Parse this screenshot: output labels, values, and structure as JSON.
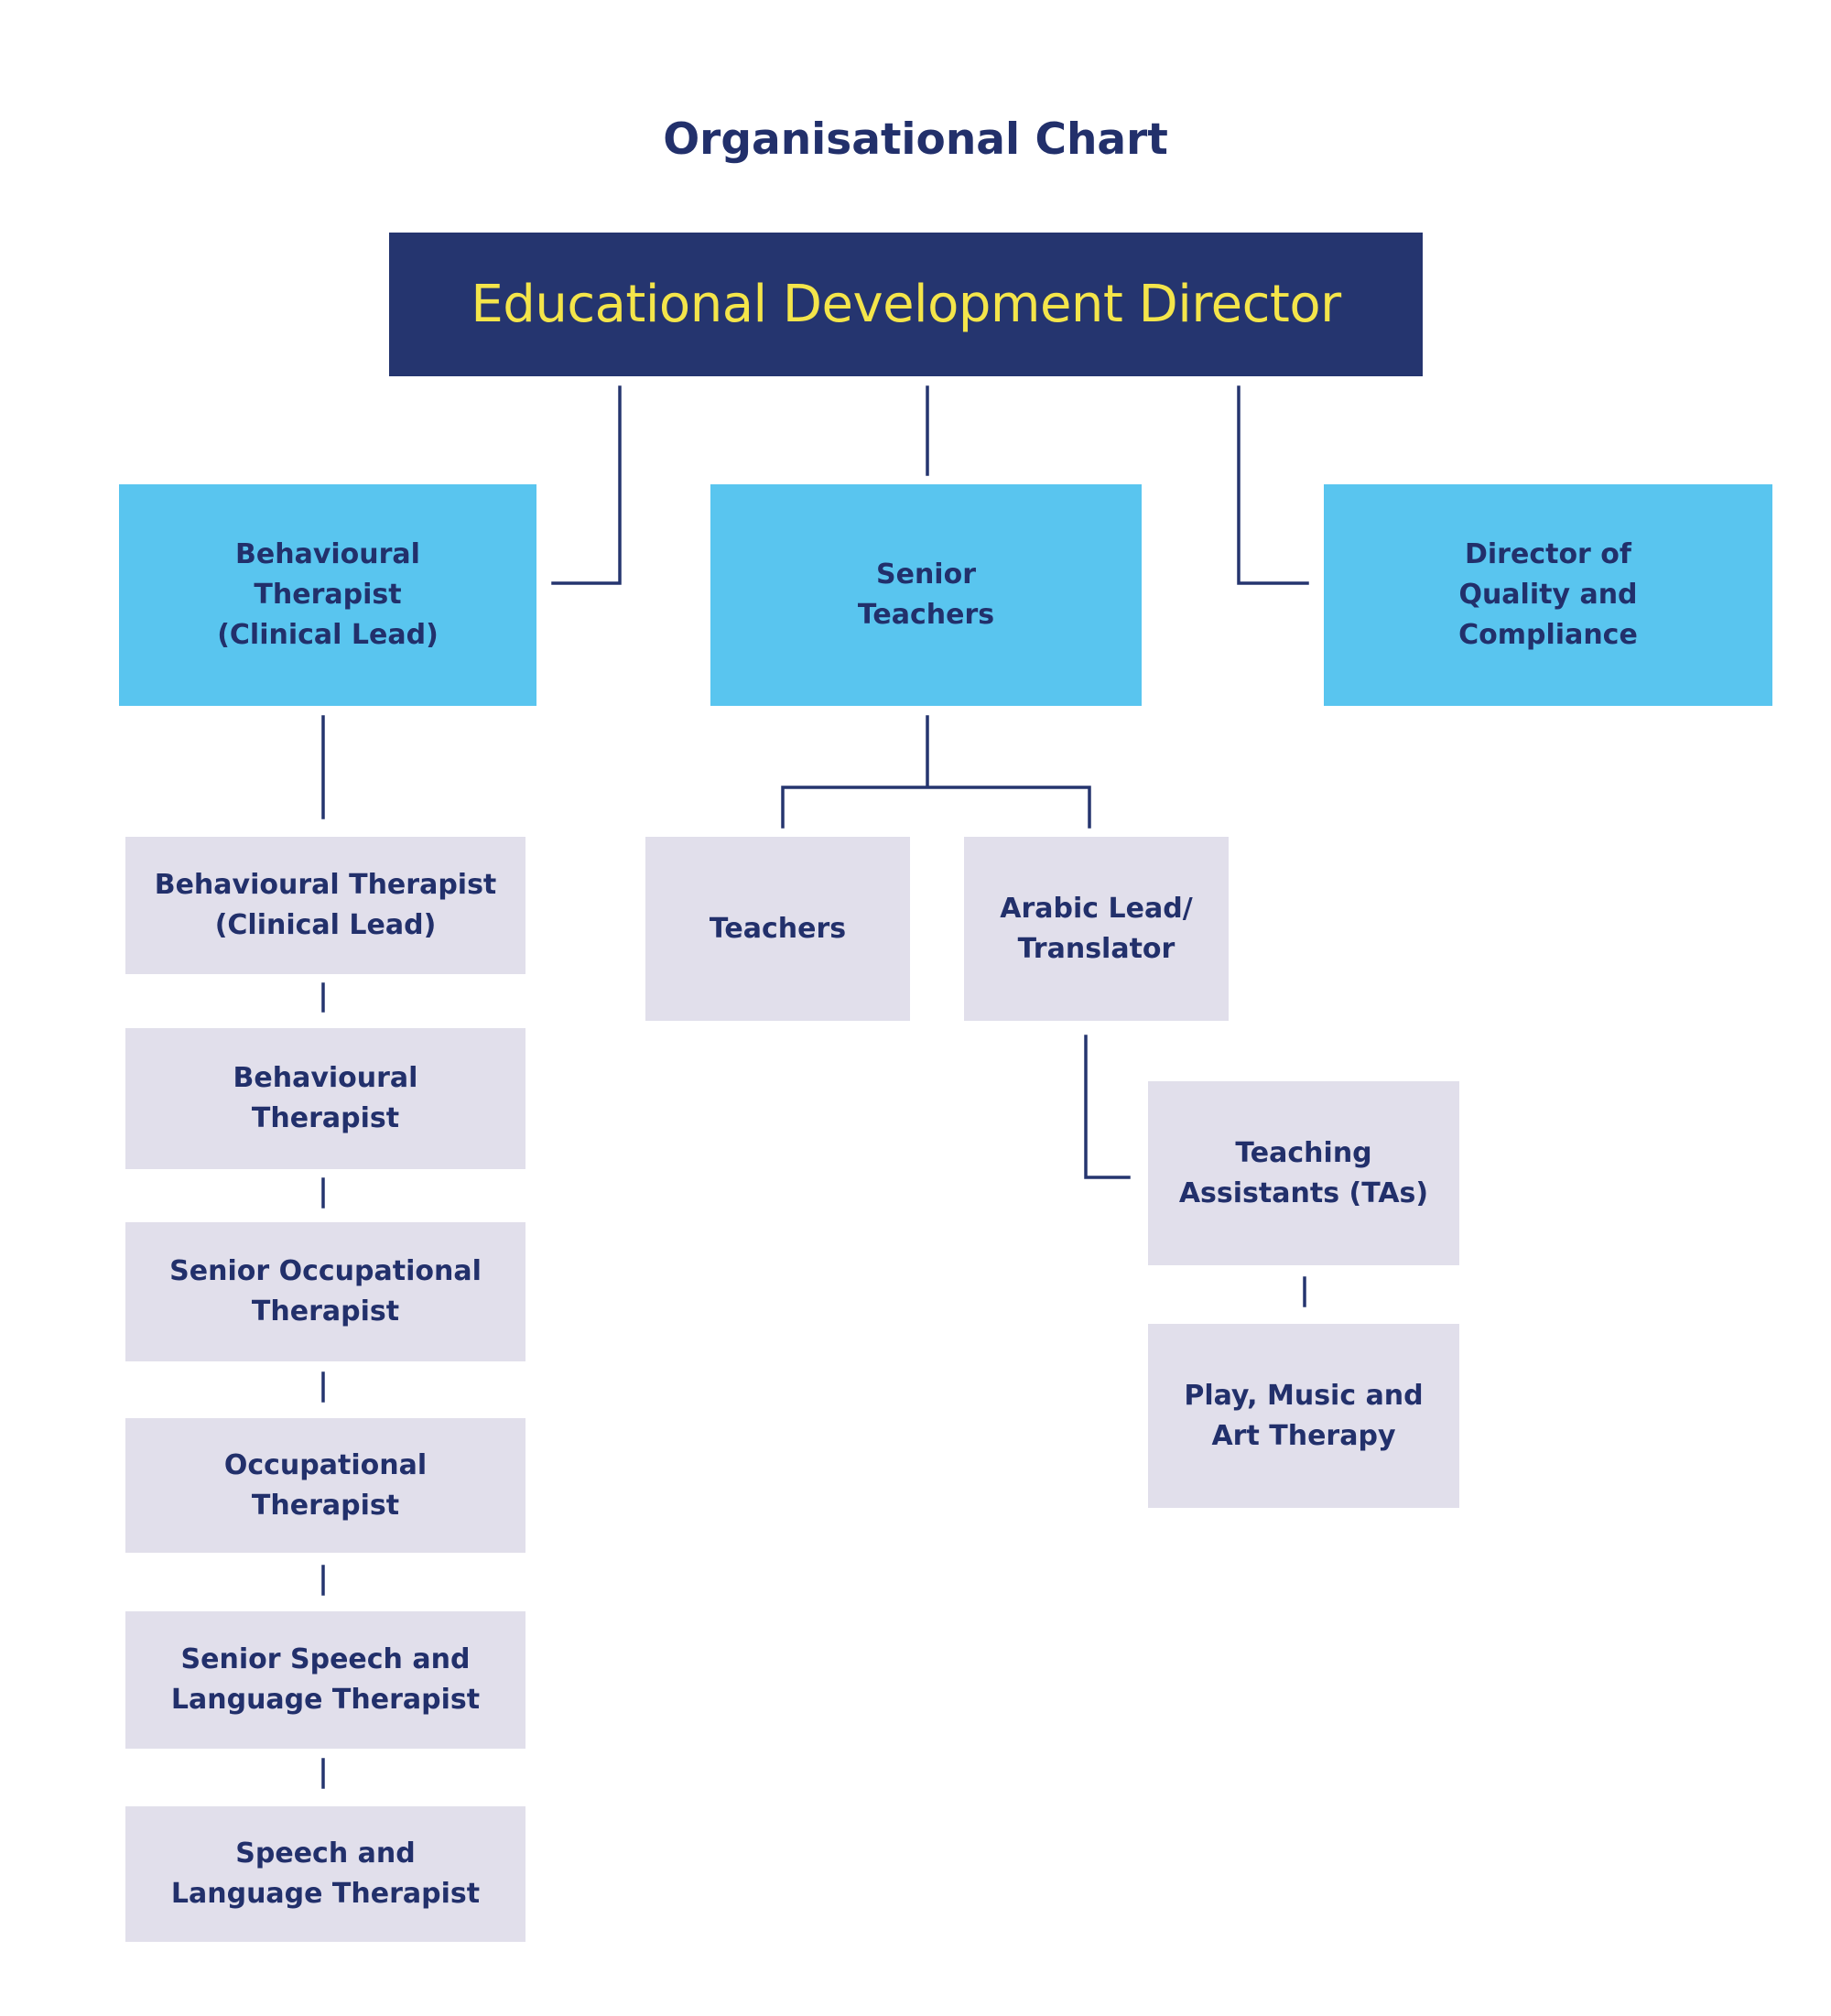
{
  "colors": {
    "title": "#22306b",
    "top_box": "#25356f",
    "top_text": "#f4e54a",
    "level2_box": "#59c5ef",
    "level3_box": "#e1dfeb",
    "node_text": "#22306b",
    "connector": "#25356f"
  },
  "title": "Organisational Chart",
  "top": {
    "label": "Educational Development Director"
  },
  "level2": {
    "clinical": "Behavioural\nTherapist\n(Clinical Lead)",
    "senior_teachers": "Senior\nTeachers",
    "quality": "Director of\nQuality and\nCompliance"
  },
  "clinical_chain": [
    "Behavioural Therapist\n(Clinical Lead)",
    "Behavioural\nTherapist",
    "Senior Occupational\nTherapist",
    "Occupational\nTherapist",
    "Senior Speech and\nLanguage Therapist",
    "Speech and\nLanguage Therapist"
  ],
  "teaching": {
    "teachers": "Teachers",
    "arabic": "Arabic Lead/\nTranslator",
    "tas": "Teaching\nAssistants (TAs)",
    "play": "Play, Music and\nArt Therapy"
  }
}
